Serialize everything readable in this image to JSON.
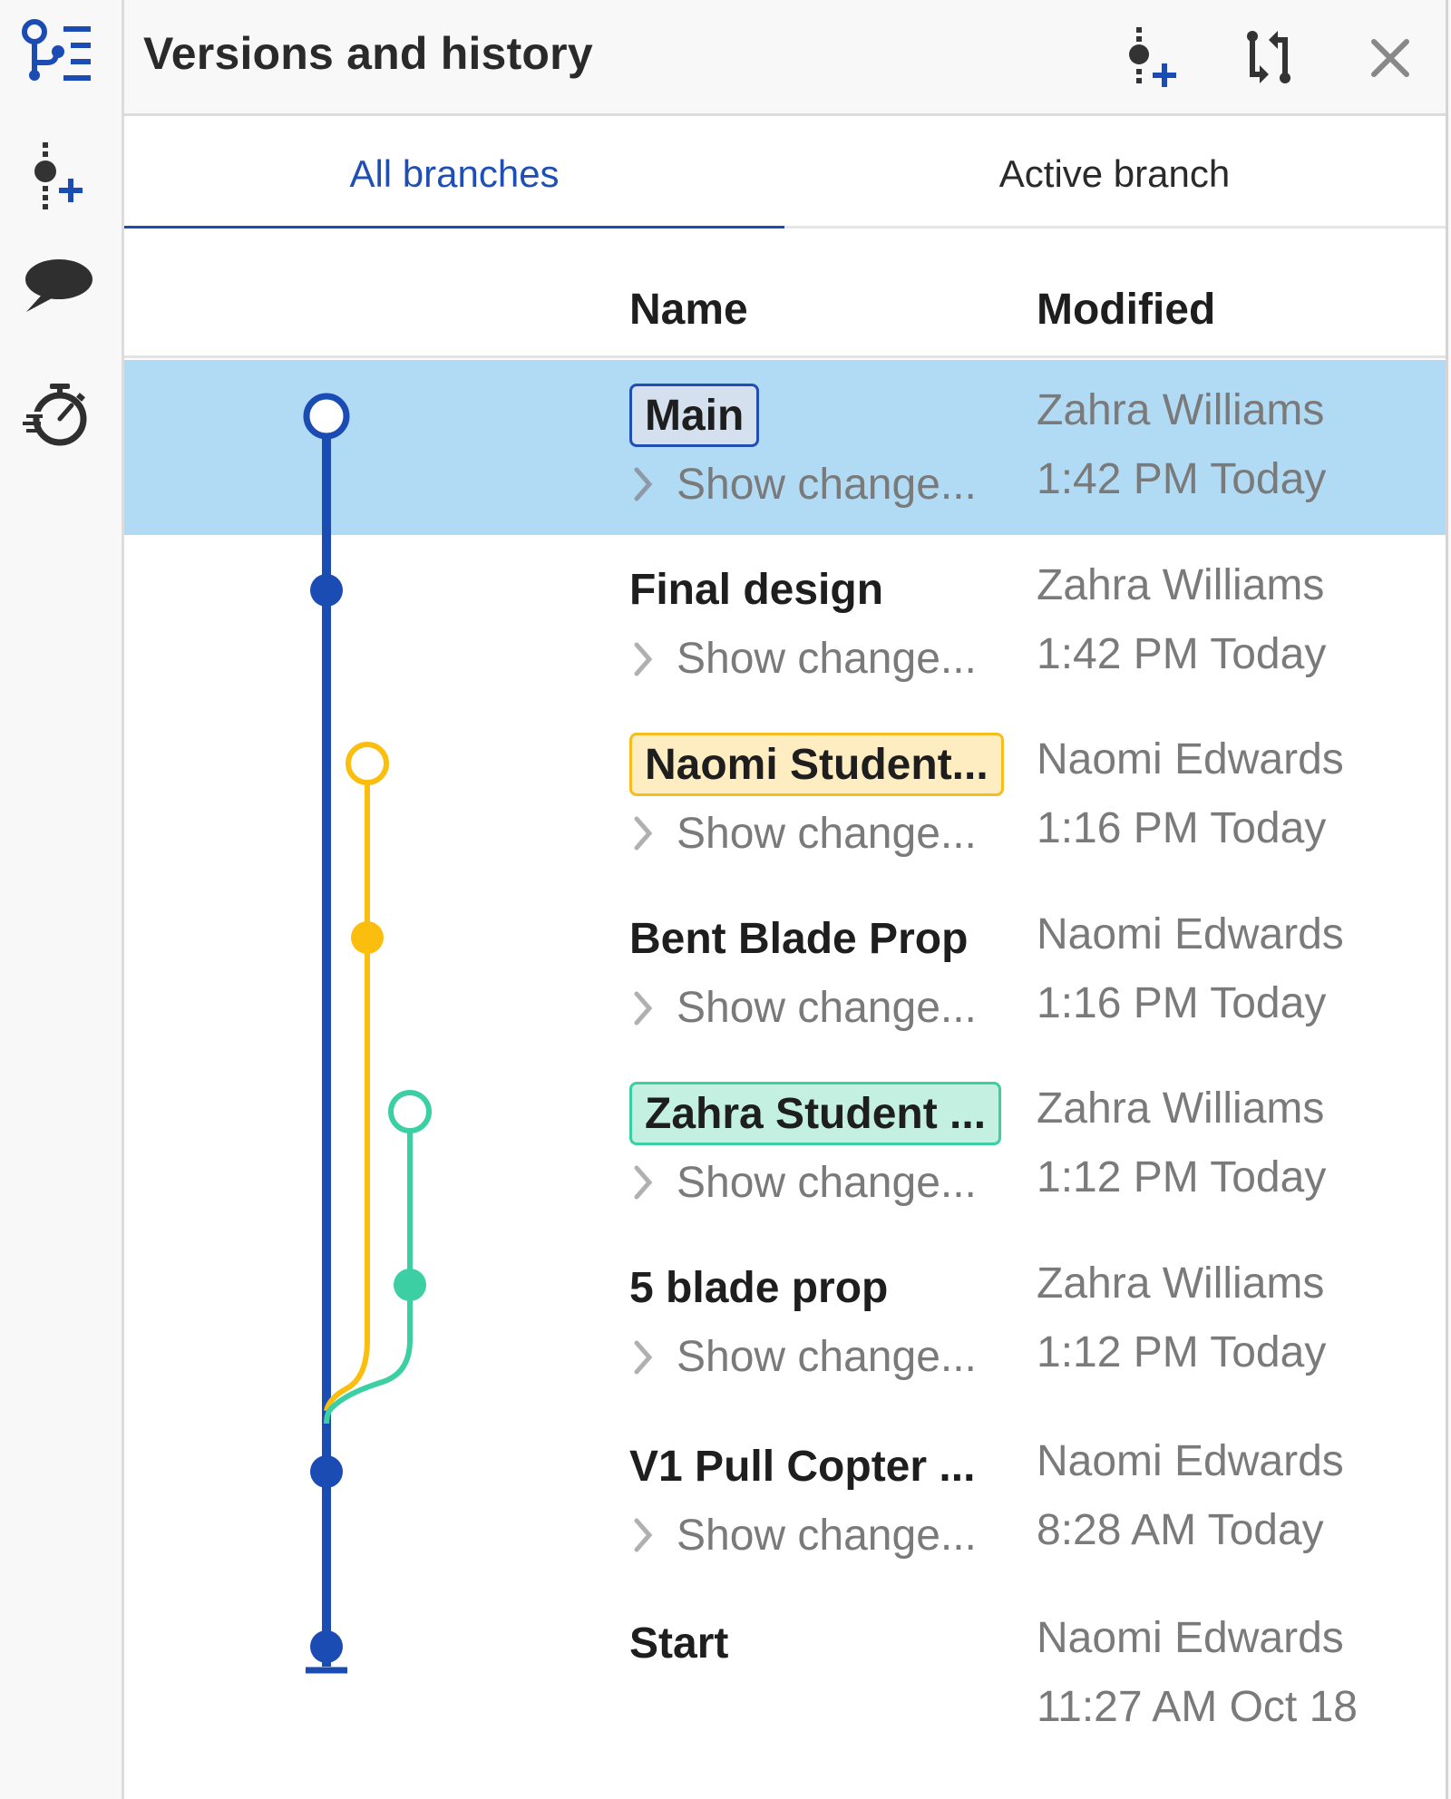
{
  "sidebar": {
    "items": [
      {
        "name": "versions-history-icon",
        "label": "Versions and history"
      },
      {
        "name": "create-version-icon",
        "label": "Create version"
      },
      {
        "name": "comments-icon",
        "label": "Comments"
      },
      {
        "name": "performance-timer-icon",
        "label": "Performance"
      }
    ]
  },
  "header": {
    "title": "Versions and history",
    "actions": [
      {
        "name": "create-version-button",
        "icon": "create-version-icon"
      },
      {
        "name": "compare-button",
        "icon": "compare-arrows-icon"
      },
      {
        "name": "close-button",
        "icon": "close-icon"
      }
    ]
  },
  "tabs": [
    {
      "label": "All branches",
      "active": true
    },
    {
      "label": "Active branch",
      "active": false
    }
  ],
  "columns": {
    "name": "Name",
    "modified": "Modified"
  },
  "show_changes_label": "Show change...",
  "rows": [
    {
      "name": "Main",
      "badge": "main",
      "user": "Zahra Williams",
      "time": "1:42 PM Today",
      "show_changes": "Show change...",
      "selected": true,
      "branch": "main",
      "node": "hollow"
    },
    {
      "name": "Final design",
      "badge": null,
      "user": "Zahra Williams",
      "time": "1:42 PM Today",
      "show_changes": "Show change...",
      "selected": false,
      "branch": "main",
      "node": "filled"
    },
    {
      "name": "Naomi Student...",
      "badge": "yellow",
      "user": "Naomi Edwards",
      "time": "1:16 PM Today",
      "show_changes": "Show change...",
      "selected": false,
      "branch": "yellow",
      "node": "hollow"
    },
    {
      "name": "Bent Blade Prop",
      "badge": null,
      "user": "Naomi Edwards",
      "time": "1:16 PM Today",
      "show_changes": "Show change...",
      "selected": false,
      "branch": "yellow",
      "node": "filled"
    },
    {
      "name": "Zahra Student ...",
      "badge": "teal",
      "user": "Zahra Williams",
      "time": "1:12 PM Today",
      "show_changes": "Show change...",
      "selected": false,
      "branch": "teal",
      "node": "hollow"
    },
    {
      "name": "5 blade prop",
      "badge": null,
      "user": "Zahra Williams",
      "time": "1:12 PM Today",
      "show_changes": "Show change...",
      "selected": false,
      "branch": "teal",
      "node": "filled"
    },
    {
      "name": "V1 Pull Copter ...",
      "badge": null,
      "user": "Naomi Edwards",
      "time": "8:28 AM Today",
      "show_changes": "Show change...",
      "selected": false,
      "branch": "main",
      "node": "filled"
    },
    {
      "name": "Start",
      "badge": null,
      "user": "Naomi Edwards",
      "time": "11:27 AM Oct 18",
      "show_changes": null,
      "selected": false,
      "branch": "main",
      "node": "root"
    }
  ],
  "colors": {
    "accent_blue": "#1a4cb3",
    "main_branch": "#1a4cb3",
    "yellow_branch": "#fbbe0f",
    "teal_branch": "#3ccfa3",
    "selected_row": "#b1dbf4",
    "muted_text": "#7a7a7a"
  }
}
